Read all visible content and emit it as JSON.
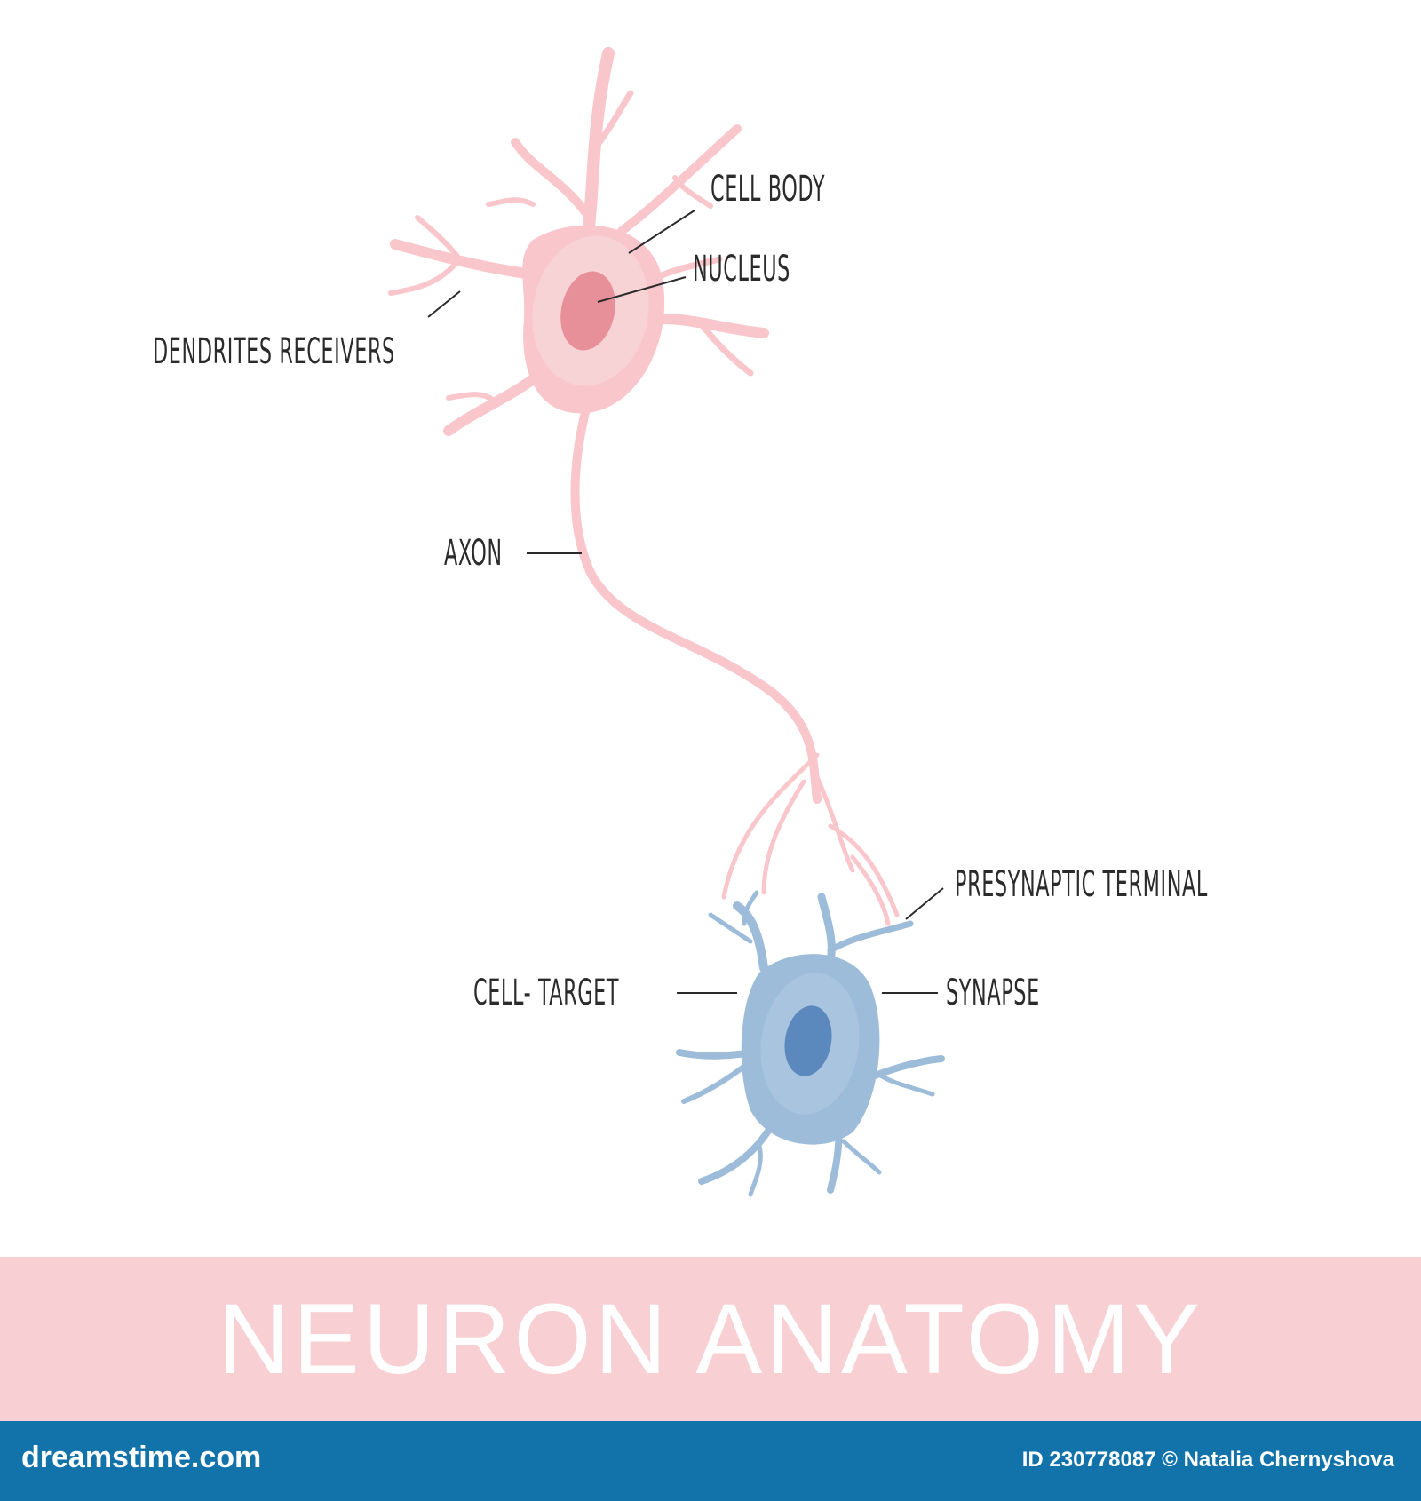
{
  "labels": {
    "cell_body": "CELL BODY",
    "nucleus": "NUCLEUS",
    "dendrites": "DENDRITES RECEIVERS",
    "axon": "AXON",
    "presynaptic": "PRESYNAPTIC TERMINAL",
    "cell_target": "CELL- TARGET",
    "synapse": "SYNAPSE"
  },
  "title": "NEURON ANATOMY",
  "footer": {
    "site": "dreamstime.com",
    "credit": "ID 230778087 © Natalia Chernyshova"
  },
  "colors": {
    "neuron_pink": "#f8c6cb",
    "neuron_body": "#f7d3d6",
    "nucleus_pink": "#e8909a",
    "target_blue": "#9cbcd9",
    "target_nucleus": "#5b88bd",
    "title_band": "#f8cfd3",
    "footer_bar": "#1273ab"
  }
}
